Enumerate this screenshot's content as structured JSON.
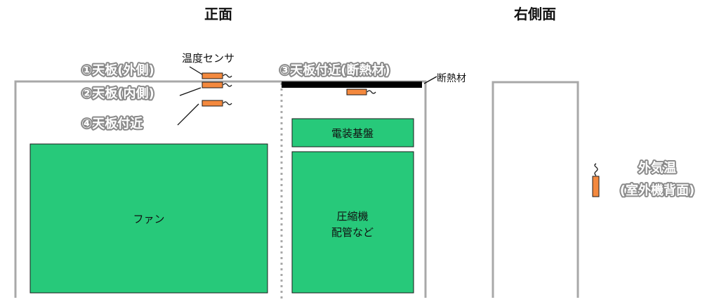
{
  "headings": {
    "front": "正面",
    "right_side": "右側面"
  },
  "sensor_note": "温度センサ",
  "insulation_note": "断熱材",
  "sensor_labels": {
    "s1": "①天板(外側)",
    "s2": "②天板(内側)",
    "s3": "③天板付近(断熱材)",
    "s4": "④天板付近",
    "outdoor_line1": "外気温",
    "outdoor_line2": "(室外機背面)"
  },
  "components": {
    "fan": "ファン",
    "board": "電装基盤",
    "compressor_line1": "圧縮機",
    "compressor_line2": "配管など"
  },
  "colors": {
    "component_fill": "#27c97a",
    "sensor_fill": "#f4893e",
    "frame_stroke": "#a8a8a8",
    "insulation": "#000000",
    "label_fill": "#ffffff",
    "label_outline": "#8a8a8a"
  }
}
